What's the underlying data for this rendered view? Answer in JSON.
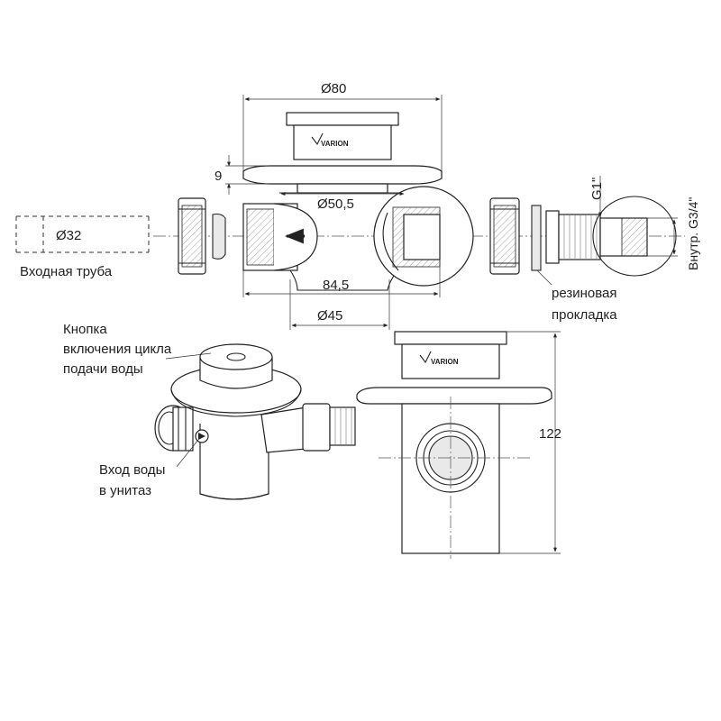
{
  "dimensions": {
    "d80": "Ø80",
    "h9": "9",
    "d50_5": "Ø50,5",
    "l84_5": "84,5",
    "d45": "Ø45",
    "d32": "Ø32",
    "h122": "122",
    "g1": "G1\"",
    "g3_4": "Внутр. G3/4\""
  },
  "labels": {
    "inlet_pipe": "Входная труба",
    "gasket_line1": "резиновая",
    "gasket_line2": "прокладка",
    "button_line1": "Кнопка",
    "button_line2": "включения цикла",
    "button_line3": "подачи воды",
    "water_in_line1": "Вход воды",
    "water_in_line2": "в унитаз"
  },
  "brand": "VARION",
  "colors": {
    "line": "#222222",
    "shade": "#e9e9e9",
    "background": "#ffffff"
  }
}
